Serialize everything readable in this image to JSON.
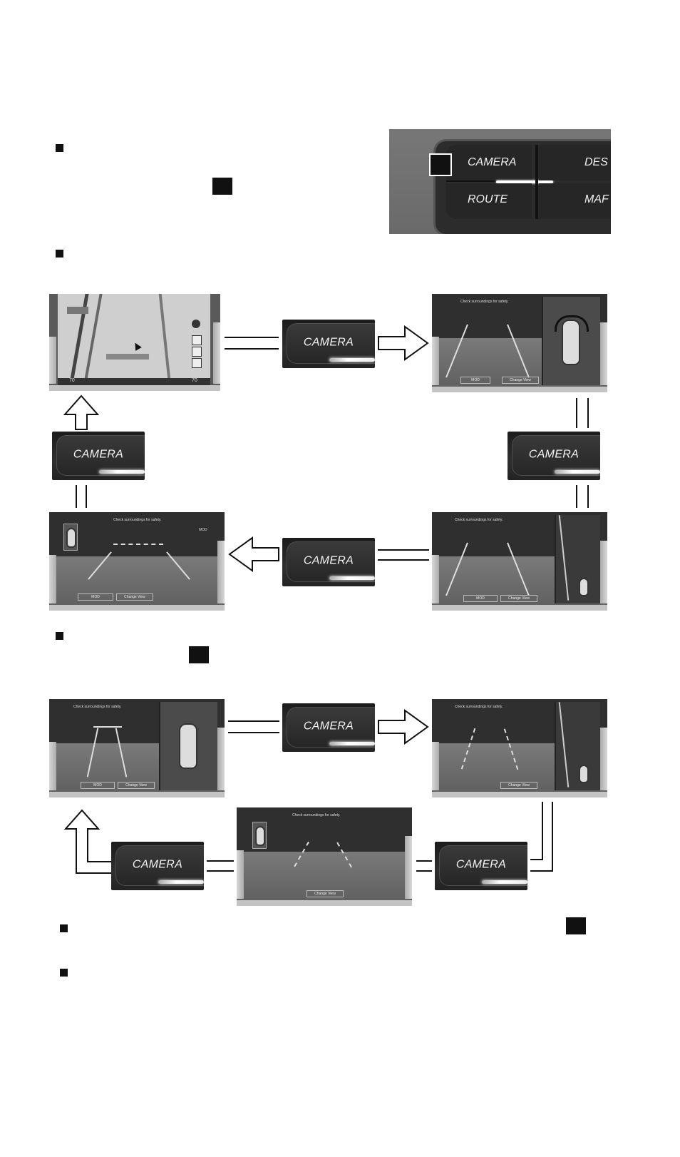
{
  "top_photo": {
    "camera_label": "CAMERA",
    "dest_label": "DES",
    "route_label": "ROUTE",
    "map_label": "MAF"
  },
  "buttons": {
    "camera_label": "CAMERA"
  },
  "screens": {
    "warning": "Check surroundings for safety.",
    "mod_label": "MOD",
    "change_view": "Change View",
    "map_left": "70",
    "map_right": "70"
  }
}
